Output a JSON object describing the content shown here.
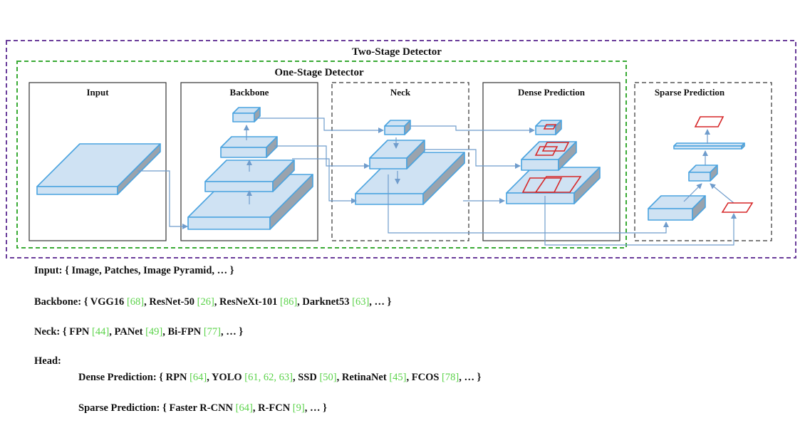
{
  "diagram": {
    "outer_label": "Two-Stage Detector",
    "inner_label": "One-Stage Detector",
    "stages": {
      "input": "Input",
      "backbone": "Backbone",
      "neck": "Neck",
      "dense": "Dense Prediction",
      "sparse": "Sparse Prediction"
    }
  },
  "legend": {
    "input": {
      "label": "Input:",
      "text": " { Image, Patches, Image Pyramid, … }"
    },
    "backbone": {
      "label": "Backbone:",
      "parts": [
        {
          "t": " { VGG16 ",
          "c": false
        },
        {
          "t": "[68]",
          "c": true
        },
        {
          "t": ", ResNet-50 ",
          "c": false
        },
        {
          "t": "[26]",
          "c": true
        },
        {
          "t": ", ResNeXt-101 ",
          "c": false
        },
        {
          "t": "[86]",
          "c": true
        },
        {
          "t": ", Darknet53 ",
          "c": false
        },
        {
          "t": "[63]",
          "c": true
        },
        {
          "t": ", … }",
          "c": false
        }
      ]
    },
    "neck": {
      "label": "Neck:",
      "parts": [
        {
          "t": " { FPN ",
          "c": false
        },
        {
          "t": "[44]",
          "c": true
        },
        {
          "t": ", PANet ",
          "c": false
        },
        {
          "t": "[49]",
          "c": true
        },
        {
          "t": ", Bi-FPN ",
          "c": false
        },
        {
          "t": "[77]",
          "c": true
        },
        {
          "t": ", … }",
          "c": false
        }
      ]
    },
    "head": {
      "label": "Head:"
    },
    "dense": {
      "label": "Dense Prediction:",
      "parts": [
        {
          "t": " { RPN ",
          "c": false
        },
        {
          "t": "[64]",
          "c": true
        },
        {
          "t": ", YOLO ",
          "c": false
        },
        {
          "t": "[61, 62, 63]",
          "c": true
        },
        {
          "t": ", SSD ",
          "c": false
        },
        {
          "t": "[50]",
          "c": true
        },
        {
          "t": ", RetinaNet ",
          "c": false
        },
        {
          "t": "[45]",
          "c": true
        },
        {
          "t": ", FCOS ",
          "c": false
        },
        {
          "t": "[78]",
          "c": true
        },
        {
          "t": ", … }",
          "c": false
        }
      ]
    },
    "sparse": {
      "label": "Sparse Prediction:",
      "parts": [
        {
          "t": " { Faster R-CNN ",
          "c": false
        },
        {
          "t": "[64]",
          "c": true
        },
        {
          "t": ",  R-FCN ",
          "c": false
        },
        {
          "t": "[9]",
          "c": true
        },
        {
          "t": ", … }",
          "c": false
        }
      ]
    }
  },
  "colors": {
    "outer_border": "#6a3d9a",
    "inner_border": "#3aaa35",
    "slab_fill": "#cfe2f3",
    "slab_edge": "#4aa3df",
    "slab_side": "#9aa3ad",
    "arrow": "#6f9ccc",
    "box_red": "#d62728",
    "citation": "#5bd34a"
  }
}
